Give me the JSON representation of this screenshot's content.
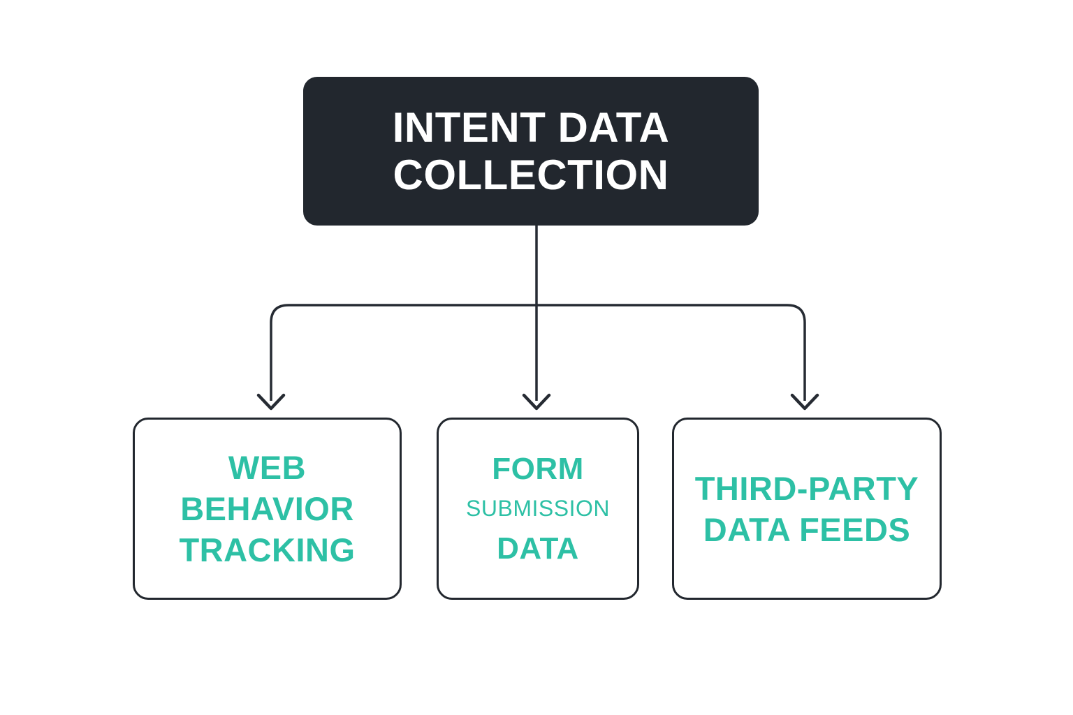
{
  "theme": {
    "background": "#FFFFFF",
    "node_dark_bg": "#22272E",
    "node_dark_text": "#FFFFFF",
    "accent_teal": "#2DC0A5",
    "child_bg": "#FFFFFF",
    "child_border": "#22272E",
    "connector": "#262B33"
  },
  "diagram": {
    "root": {
      "label": "INTENT DATA COLLECTION",
      "lines": [
        "INTENT DATA",
        "COLLECTION"
      ]
    },
    "children": [
      {
        "label": "WEB BEHAVIOR TRACKING",
        "lines": [
          "WEB",
          "BEHAVIOR",
          "TRACKING"
        ]
      },
      {
        "label": "FORM SUBMISSION DATA",
        "lines": [
          "FORM",
          "SUBMISSION",
          "DATA"
        ]
      },
      {
        "label": "THIRD-PARTY DATA FEEDS",
        "lines": [
          "THIRD-PARTY",
          "DATA FEEDS"
        ]
      }
    ]
  }
}
